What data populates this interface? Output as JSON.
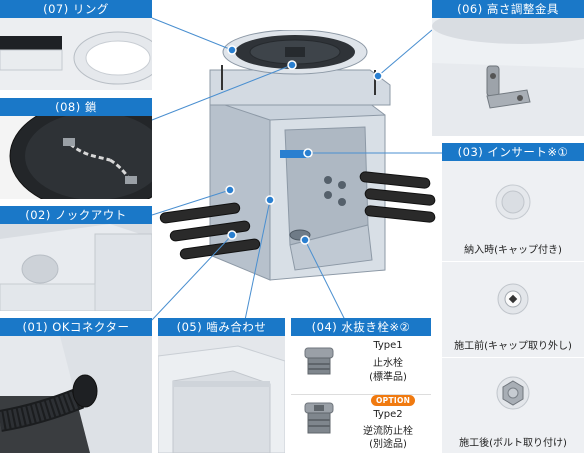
{
  "panels": {
    "ring": {
      "title": "(07) リング"
    },
    "chain": {
      "title": "(08) 鎖"
    },
    "knockout": {
      "title": "(02) ノックアウト"
    },
    "okconnector": {
      "title": "(01) OKコネクター"
    },
    "fitting": {
      "title": "(05) 嚙み合わせ"
    },
    "drain": {
      "title": "(04) 水抜き栓※②",
      "type1": {
        "name": "Type1",
        "desc": "止水栓",
        "note": "(標準品)"
      },
      "type2": {
        "badge": "OPTION",
        "name": "Type2",
        "desc": "逆流防止栓",
        "note": "(別途品)"
      }
    },
    "height": {
      "title": "(06) 高さ調整金具"
    },
    "insert": {
      "title": "(03) インサート※①",
      "captions": [
        "納入時(キャップ付き)",
        "施工前(キャップ取り外し)",
        "施工後(ボルト取り付け)"
      ]
    }
  },
  "colors": {
    "header": "#1a78c8",
    "leader": "#4a8fd0",
    "option": "#f07a10"
  }
}
